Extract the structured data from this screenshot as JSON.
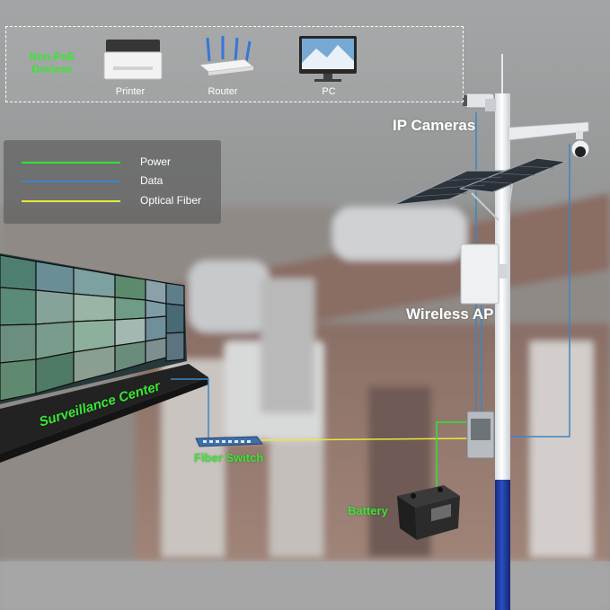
{
  "non_poe": {
    "title": "Non-PoE\nDevices",
    "devices": [
      {
        "label": "Printer",
        "icon": "printer-icon"
      },
      {
        "label": "Router",
        "icon": "router-icon"
      },
      {
        "label": "PC",
        "icon": "monitor-icon"
      }
    ]
  },
  "legend": {
    "items": [
      {
        "label": "Power",
        "color": "#2ee62e"
      },
      {
        "label": "Data",
        "color": "#3b86c6"
      },
      {
        "label": "Optical Fiber",
        "color": "#e8e83a"
      }
    ]
  },
  "labels": {
    "ip_cameras": "IP Cameras",
    "wireless_ap": "Wireless AP",
    "surveillance_center": "Surveillance Center",
    "fiber_switch": "Fiber Switch",
    "battery": "Battery"
  },
  "colors": {
    "power": "#2ee62e",
    "data": "#3b86c6",
    "fiber": "#e8e83a",
    "pole_white": "#f4f6f8",
    "pole_blue": "#1c3aa0",
    "label_green": "#39e632"
  }
}
